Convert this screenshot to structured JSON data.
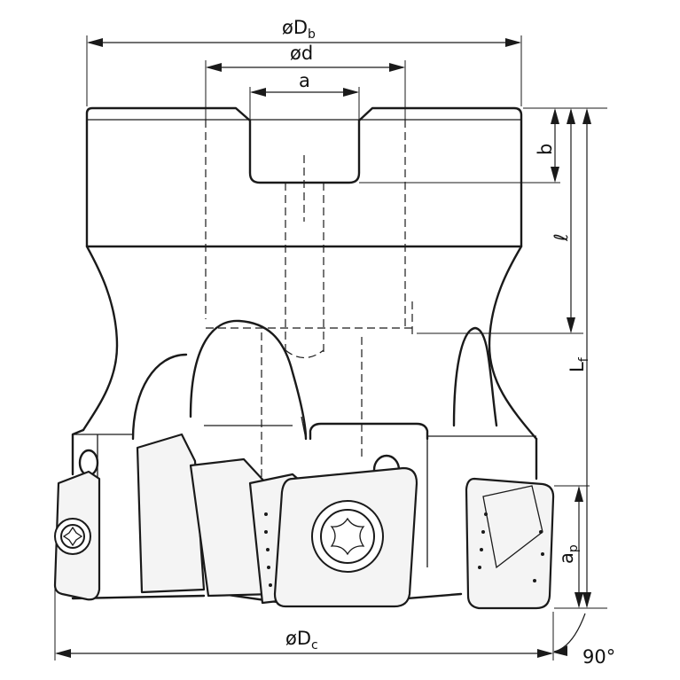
{
  "dimensions": {
    "Db": {
      "main": "øD",
      "sub": "b"
    },
    "d": {
      "main": "ød",
      "sub": ""
    },
    "a": {
      "main": "a",
      "sub": ""
    },
    "b": {
      "main": "b",
      "sub": ""
    },
    "l": {
      "main": "ℓ",
      "sub": ""
    },
    "Lf": {
      "main": "L",
      "sub": "f"
    },
    "ap": {
      "main": "a",
      "sub": "p"
    },
    "Dc": {
      "main": "øD",
      "sub": "c"
    },
    "angle": {
      "main": "90°",
      "sub": ""
    }
  },
  "icons": {
    "screw": "torx-screw-icon",
    "insert": "cutting-insert-icon"
  }
}
